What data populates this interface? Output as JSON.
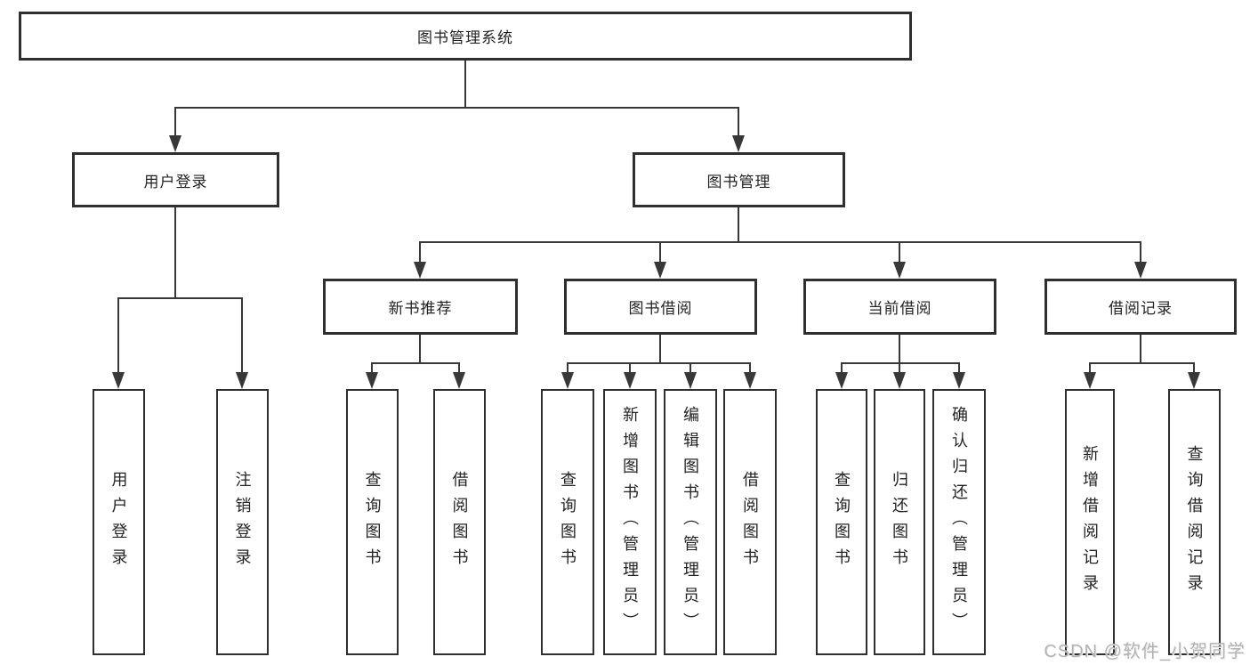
{
  "colors": {
    "line": "#383838",
    "box_border": "#2f2f2f",
    "text": "#232323",
    "watermark": "#b3b3b3",
    "background": "#ffffff"
  },
  "tree": {
    "label": "图书管理系统",
    "children": [
      {
        "label": "用户登录",
        "children": [
          {
            "label": "用户登录"
          },
          {
            "label": "注销登录"
          }
        ]
      },
      {
        "label": "图书管理",
        "children": [
          {
            "label": "新书推荐",
            "children": [
              {
                "label": "查询图书"
              },
              {
                "label": "借阅图书"
              }
            ]
          },
          {
            "label": "图书借阅",
            "children": [
              {
                "label": "查询图书"
              },
              {
                "label": "新增图书（管理员）"
              },
              {
                "label": "编辑图书（管理员）"
              },
              {
                "label": "借阅图书"
              }
            ]
          },
          {
            "label": "当前借阅",
            "children": [
              {
                "label": "查询图书"
              },
              {
                "label": "归还图书"
              },
              {
                "label": "确认归还（管理员）"
              }
            ]
          },
          {
            "label": "借阅记录",
            "children": [
              {
                "label": "新增借阅记录"
              },
              {
                "label": "查询借阅记录"
              }
            ]
          }
        ]
      }
    ]
  },
  "watermark": {
    "text": "CSDN @软件_小贺同学"
  }
}
